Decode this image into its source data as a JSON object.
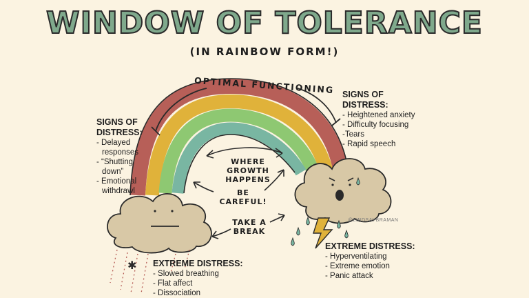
{
  "title": "WINDOW OF TOLERANCE",
  "subtitle": "(IN RAINBOW FORM!)",
  "arc_label": "OPTIMAL FUNCTIONING",
  "labels": {
    "growth_line1": "WHERE GROWTH",
    "growth_line2": "HAPPENS",
    "careful": "BE CAREFUL!",
    "break_line1": "TAKE A",
    "break_line2": "BREAK"
  },
  "left_signs": {
    "heading": [
      "SIGNS OF",
      "DISTRESS:"
    ],
    "items": [
      "- Delayed",
      "  responses",
      "- “Shutting",
      "  down”",
      "- Emotional",
      "  withdrawl"
    ]
  },
  "right_signs": {
    "heading": [
      "SIGNS OF",
      "DISTRESS:"
    ],
    "items": [
      "- Heightened anxiety",
      "- Difficulty focusing",
      "-Tears",
      "- Rapid speech"
    ]
  },
  "extreme_left": {
    "heading": "EXTREME DISTRESS:",
    "items": [
      "- Slowed breathing",
      "- Flat affect",
      "- Dissociation"
    ]
  },
  "extreme_right": {
    "heading": "EXTREME DISTRESS:",
    "items": [
      "- Hyperventilating",
      "- Extreme emotion",
      "- Panic attack"
    ]
  },
  "credit": "@LINDSAYBRAMAN",
  "colors": {
    "title_fill": "#7fa98c",
    "red_band": "#b75f58",
    "yellow_band": "#e0b23a",
    "green_band": "#8ec872",
    "teal_band": "#79b6a2",
    "cloud": "#d8c8a6",
    "background": "#fbf3e1"
  }
}
